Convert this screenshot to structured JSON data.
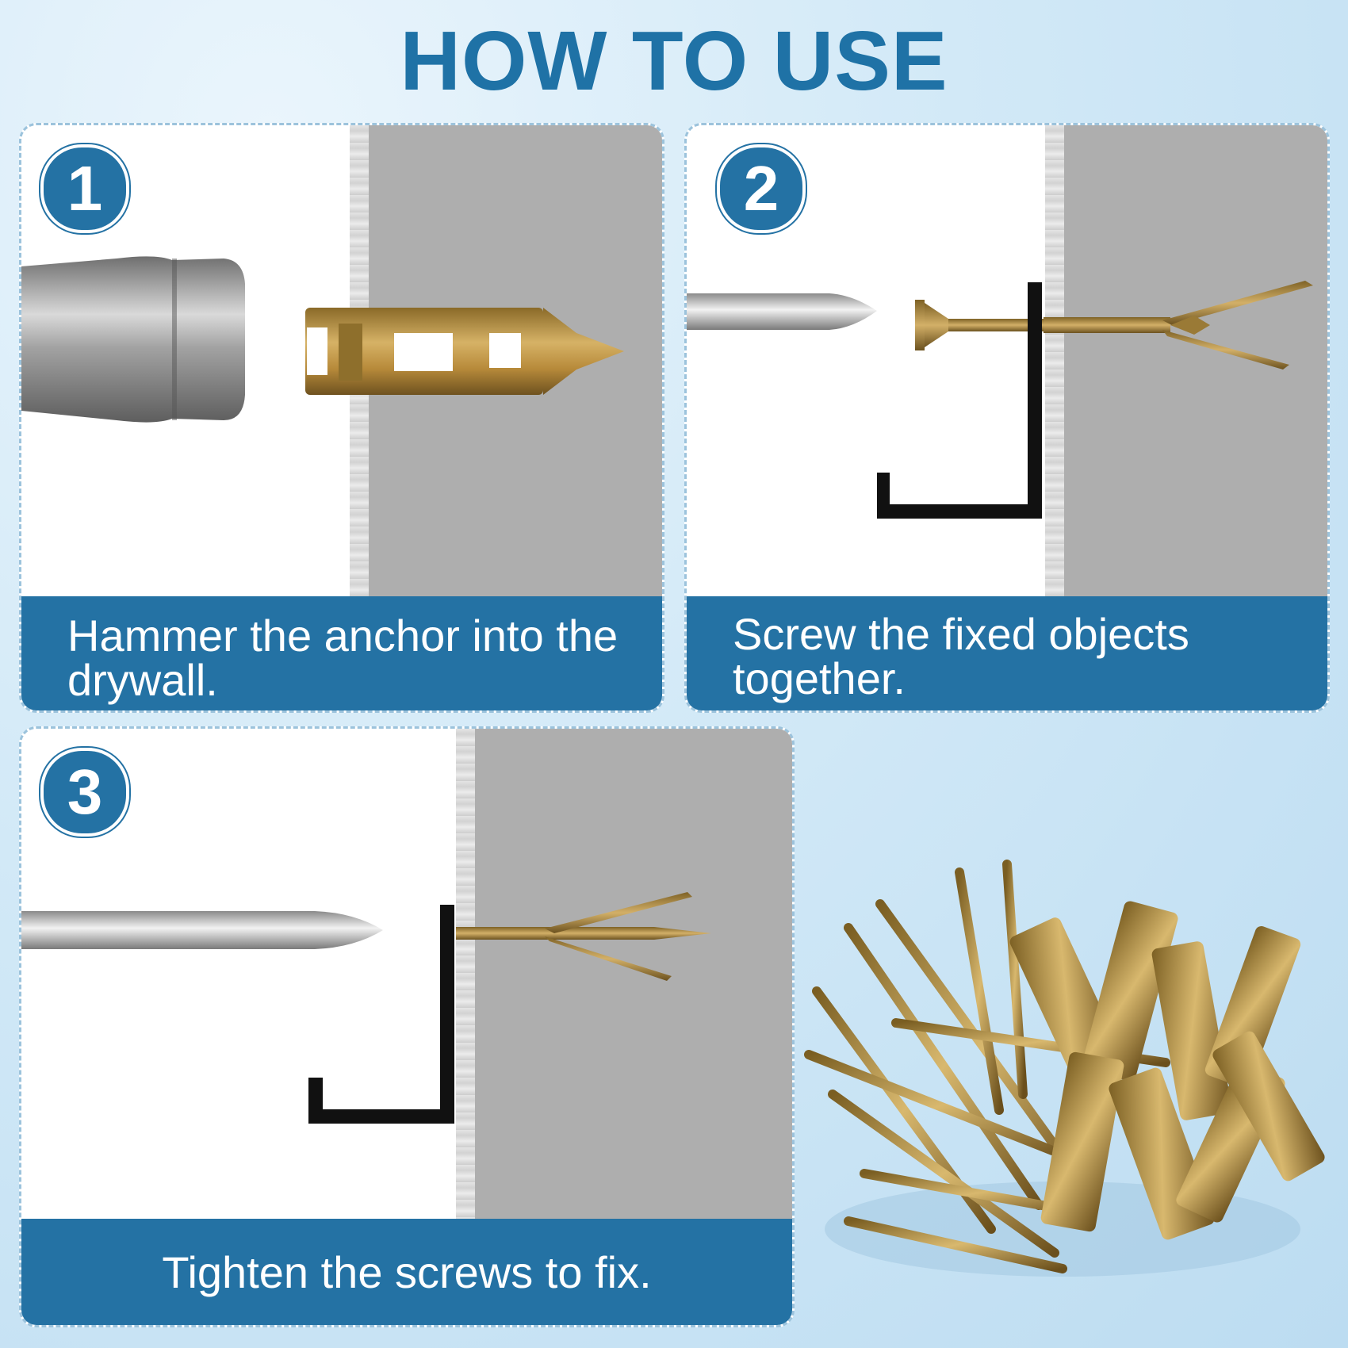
{
  "title": "HOW TO USE",
  "steps": [
    {
      "number": "1",
      "caption": "Hammer the anchor into the drywall."
    },
    {
      "number": "2",
      "caption": "Screw the fixed objects together."
    },
    {
      "number": "3",
      "caption": "Tighten the screws to fix."
    }
  ]
}
